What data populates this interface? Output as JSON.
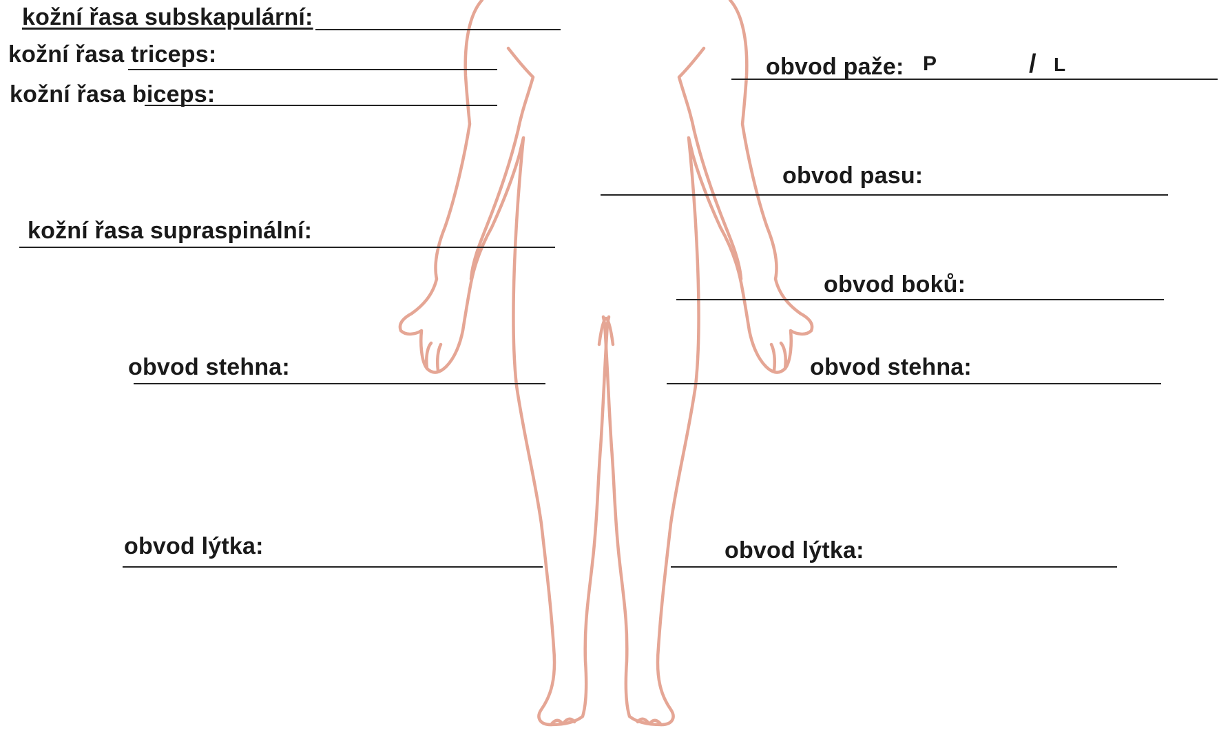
{
  "colors": {
    "body_outline": "#e5a695",
    "line": "#222222",
    "text": "#1a1a1a"
  },
  "illustration": "human-body-outline-front",
  "fields_left": {
    "subscapular": "kožní řasa subskapulární:",
    "triceps": "kožní řasa triceps:",
    "biceps": "kožní řasa biceps:",
    "supraspinal": "kožní řasa supraspinální:",
    "thigh": "obvod stehna:",
    "calf": "obvod lýtka:"
  },
  "fields_right": {
    "arm": "obvod paže:",
    "arm_right_marker": "P",
    "arm_separator": "/",
    "arm_left_marker": "L",
    "waist": "obvod pasu:",
    "hips": "obvod boků:",
    "thigh": "obvod stehna:",
    "calf": "obvod lýtka:"
  }
}
